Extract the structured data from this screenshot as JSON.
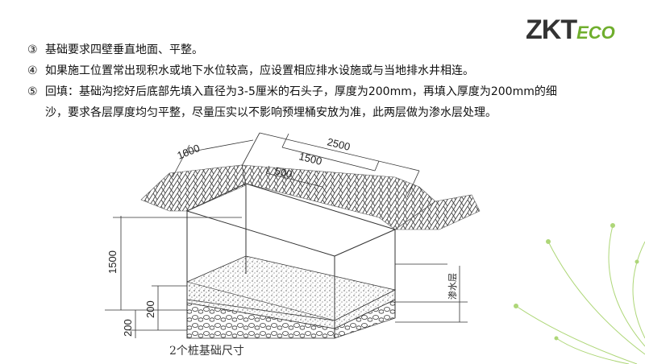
{
  "logo": {
    "main": "ZKT",
    "sub": "ECO"
  },
  "items": [
    {
      "num": "③",
      "text": "基础要求四壁垂直地面、平整。"
    },
    {
      "num": "④",
      "text": "如果施工位置常出现积水或地下水位较高，应设置相应排水设施或与当地排水井相连。"
    },
    {
      "num": "⑤",
      "text": "回填：基础沟挖好后底部先填入直径为3-5厘米的石头子，厚度为200mm，再填入厚度为200mm的细"
    },
    {
      "num": "",
      "text": "沙，要求各层厚度均匀平整，尽量压实以不影响预埋桶安放为准，此两层做为渗水层处理。"
    }
  ],
  "diagram": {
    "dims": {
      "d2500": "2500",
      "d1500": "1500",
      "d1000": "1000",
      "d500": "500",
      "h1500": "1500",
      "h200a": "200",
      "h200b": "200"
    },
    "label_seepage": "渗水层",
    "caption": "2个桩基础尺寸"
  }
}
